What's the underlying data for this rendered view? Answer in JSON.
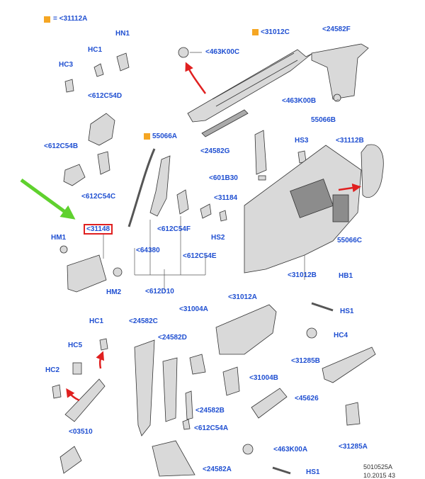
{
  "legend": {
    "square_color": "#f5a623",
    "text": "= <31112A"
  },
  "labels": {
    "l31012C": "<31012C",
    "l24582F": "<24582F",
    "l463K00C": "<463K00C",
    "l463K00B": "<463K00B",
    "HN1": "HN1",
    "HC1_top": "HC1",
    "HC3": "HC3",
    "l612C54D": "<612C54D",
    "l612C54B": "<612C54B",
    "l612C54C": "<612C54C",
    "l55066A": "55066A",
    "l55066B": "55066B",
    "l24582G": "<24582G",
    "HS3": "HS3",
    "l31112B": "<31112B",
    "l601B30": "<601B30",
    "l31184": "<31184",
    "l31148": "<31148",
    "HM1": "HM1",
    "HS2": "HS2",
    "l612C54F": "<612C54F",
    "l64380": "<64380",
    "l612C54E": "<612C54E",
    "l55066C": "55066C",
    "l31012B": "<31012B",
    "HB1": "HB1",
    "HM2": "HM2",
    "l612D10": "<612D10",
    "l31012A": "<31012A",
    "HS1_mid": "HS1",
    "HC4": "HC4",
    "HC1_bot": "HC1",
    "l24582C": "<24582C",
    "l31004A": "<31004A",
    "l24582D": "<24582D",
    "HC5": "HC5",
    "l31285B": "<31285B",
    "HC2": "HC2",
    "l31004B": "<31004B",
    "l45626": "<45626",
    "l24582B": "<24582B",
    "l612C54A": "<612C54A",
    "l03510": "<03510",
    "l31285A": "<31285A",
    "l463K00A": "<463K00A",
    "l24582A": "<24582A",
    "HS1_bot": "HS1",
    "ref_code": "5010525A",
    "ref_date": "10.2015 43"
  },
  "colors": {
    "label_blue": "#1f4fd1",
    "arrow_red": "#e02020",
    "pointer_green": "#5fd12e",
    "part_fill": "#d9d9d9",
    "part_stroke": "#333333"
  }
}
